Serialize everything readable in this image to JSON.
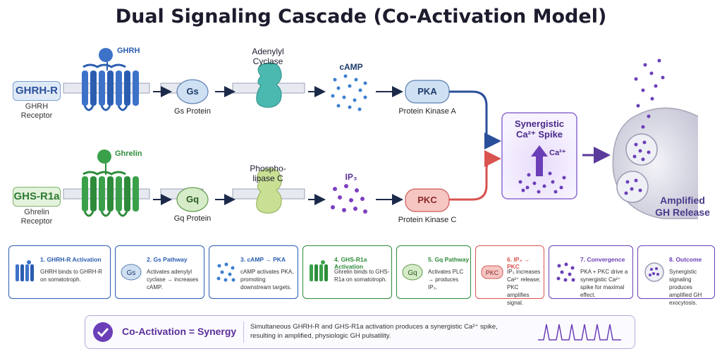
{
  "title": "Dual Signaling Cascade (Co-Activation Model)",
  "colors": {
    "blue": "#2a5db0",
    "green": "#2e8b3a",
    "purple": "#6b3fb8",
    "red": "#d9534f"
  },
  "top_row": {
    "ligand": "GHRH",
    "receptor_box": "GHRH-R",
    "receptor_label_line1": "GHRH",
    "receptor_label_line2": "Receptor",
    "g_protein": "Gs",
    "g_protein_label": "Gs Protein",
    "enzyme_line1": "Adenylyl",
    "enzyme_line2": "Cyclase",
    "messenger": "cAMP",
    "kinase": "PKA",
    "kinase_label": "Protein Kinase A"
  },
  "bottom_row": {
    "ligand": "Ghrelin",
    "receptor_box": "GHS-R1a",
    "receptor_label_line1": "Ghrelin",
    "receptor_label_line2": "Receptor",
    "g_protein": "Gq",
    "g_protein_label": "Gq Protein",
    "enzyme_line1": "Phospho-",
    "enzyme_line2": "lipase C",
    "messenger": "IP₃",
    "kinase": "PKC",
    "kinase_label": "Protein Kinase C"
  },
  "convergence": {
    "line1": "Synergistic",
    "line2": "Ca²⁺ Spike",
    "ion": "Ca²⁺"
  },
  "outcome": {
    "line1": "Amplified",
    "line2": "GH Release"
  },
  "cards": [
    {
      "title": "1. GHRH-R Activation",
      "desc": "GHRH binds to GHRH-R on somatotroph.",
      "icon": "receptor-blue-icon",
      "color": "#2a5db0"
    },
    {
      "title": "2. Gs Pathway",
      "desc": "Activates adenylyl cyclase → increases cAMP.",
      "icon": "gs-icon",
      "color": "#2a5db0"
    },
    {
      "title": "3. cAMP → PKA",
      "desc": "cAMP activates PKA, promoting downstream targets.",
      "icon": "camp-dots-icon",
      "color": "#2a5db0"
    },
    {
      "title": "4. GHS-R1a Activation",
      "desc": "Ghrelin binds to GHS-R1a on somatotroph.",
      "icon": "receptor-green-icon",
      "color": "#2e8b3a"
    },
    {
      "title": "5. Gq Pathway",
      "desc": "Activates PLC → produces IP₃.",
      "icon": "gq-icon",
      "color": "#2e8b3a"
    },
    {
      "title": "6. IP₃ → PKC",
      "desc": "IP₃ increases Ca²⁺ release; PKC amplifies signal.",
      "icon": "pkc-icon",
      "color": "#d9534f"
    },
    {
      "title": "7. Convergence",
      "desc": "PKA + PKC drive a synergistic Ca²⁺ spike for maximal effect.",
      "icon": "convergence-dots-icon",
      "color": "#6b3fb8"
    },
    {
      "title": "8. Outcome",
      "desc": "Synergistic signaling produces amplified GH exocytosis.",
      "icon": "vesicle-icon",
      "color": "#6b3fb8"
    }
  ],
  "banner": {
    "heading": "Co-Activation = Synergy",
    "text": "Simultaneous GHRH-R and GHS-R1a activation produces a synergistic Ca²⁺ spike, resulting in amplified, physiologic GH pulsatility."
  }
}
